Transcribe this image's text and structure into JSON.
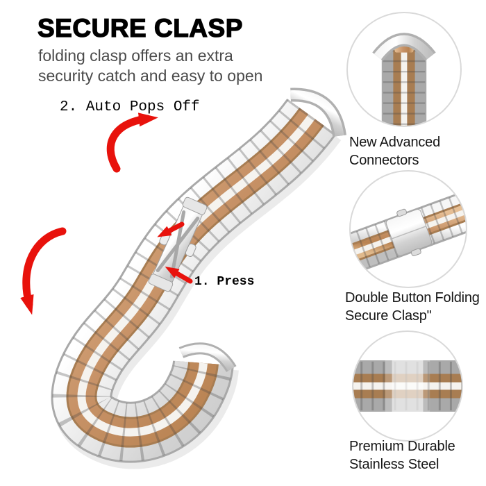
{
  "header": {
    "title": "SECURE CLASP",
    "subtitle_line1": "folding clasp offers an extra",
    "subtitle_line2": "security catch and easy to open"
  },
  "annotations": {
    "auto_pops_off": "2. Auto Pops Off",
    "press": "1. Press"
  },
  "callouts": [
    {
      "caption_line1": "New Advanced",
      "caption_line2": "Connectors"
    },
    {
      "caption_line1": "Double Button Folding",
      "caption_line2": "Secure Clasp\""
    },
    {
      "caption_line1": "Premium Durable",
      "caption_line2": "Stainless Steel"
    }
  ],
  "colors": {
    "arrow_red": "#e8120c",
    "steel_silver": "#d6d6d6",
    "rose_gold": "#c79267",
    "title_black": "#000000",
    "subtitle_gray": "#4b4b4b",
    "caption_black": "#161616",
    "circle_border": "#d9d9d9"
  }
}
